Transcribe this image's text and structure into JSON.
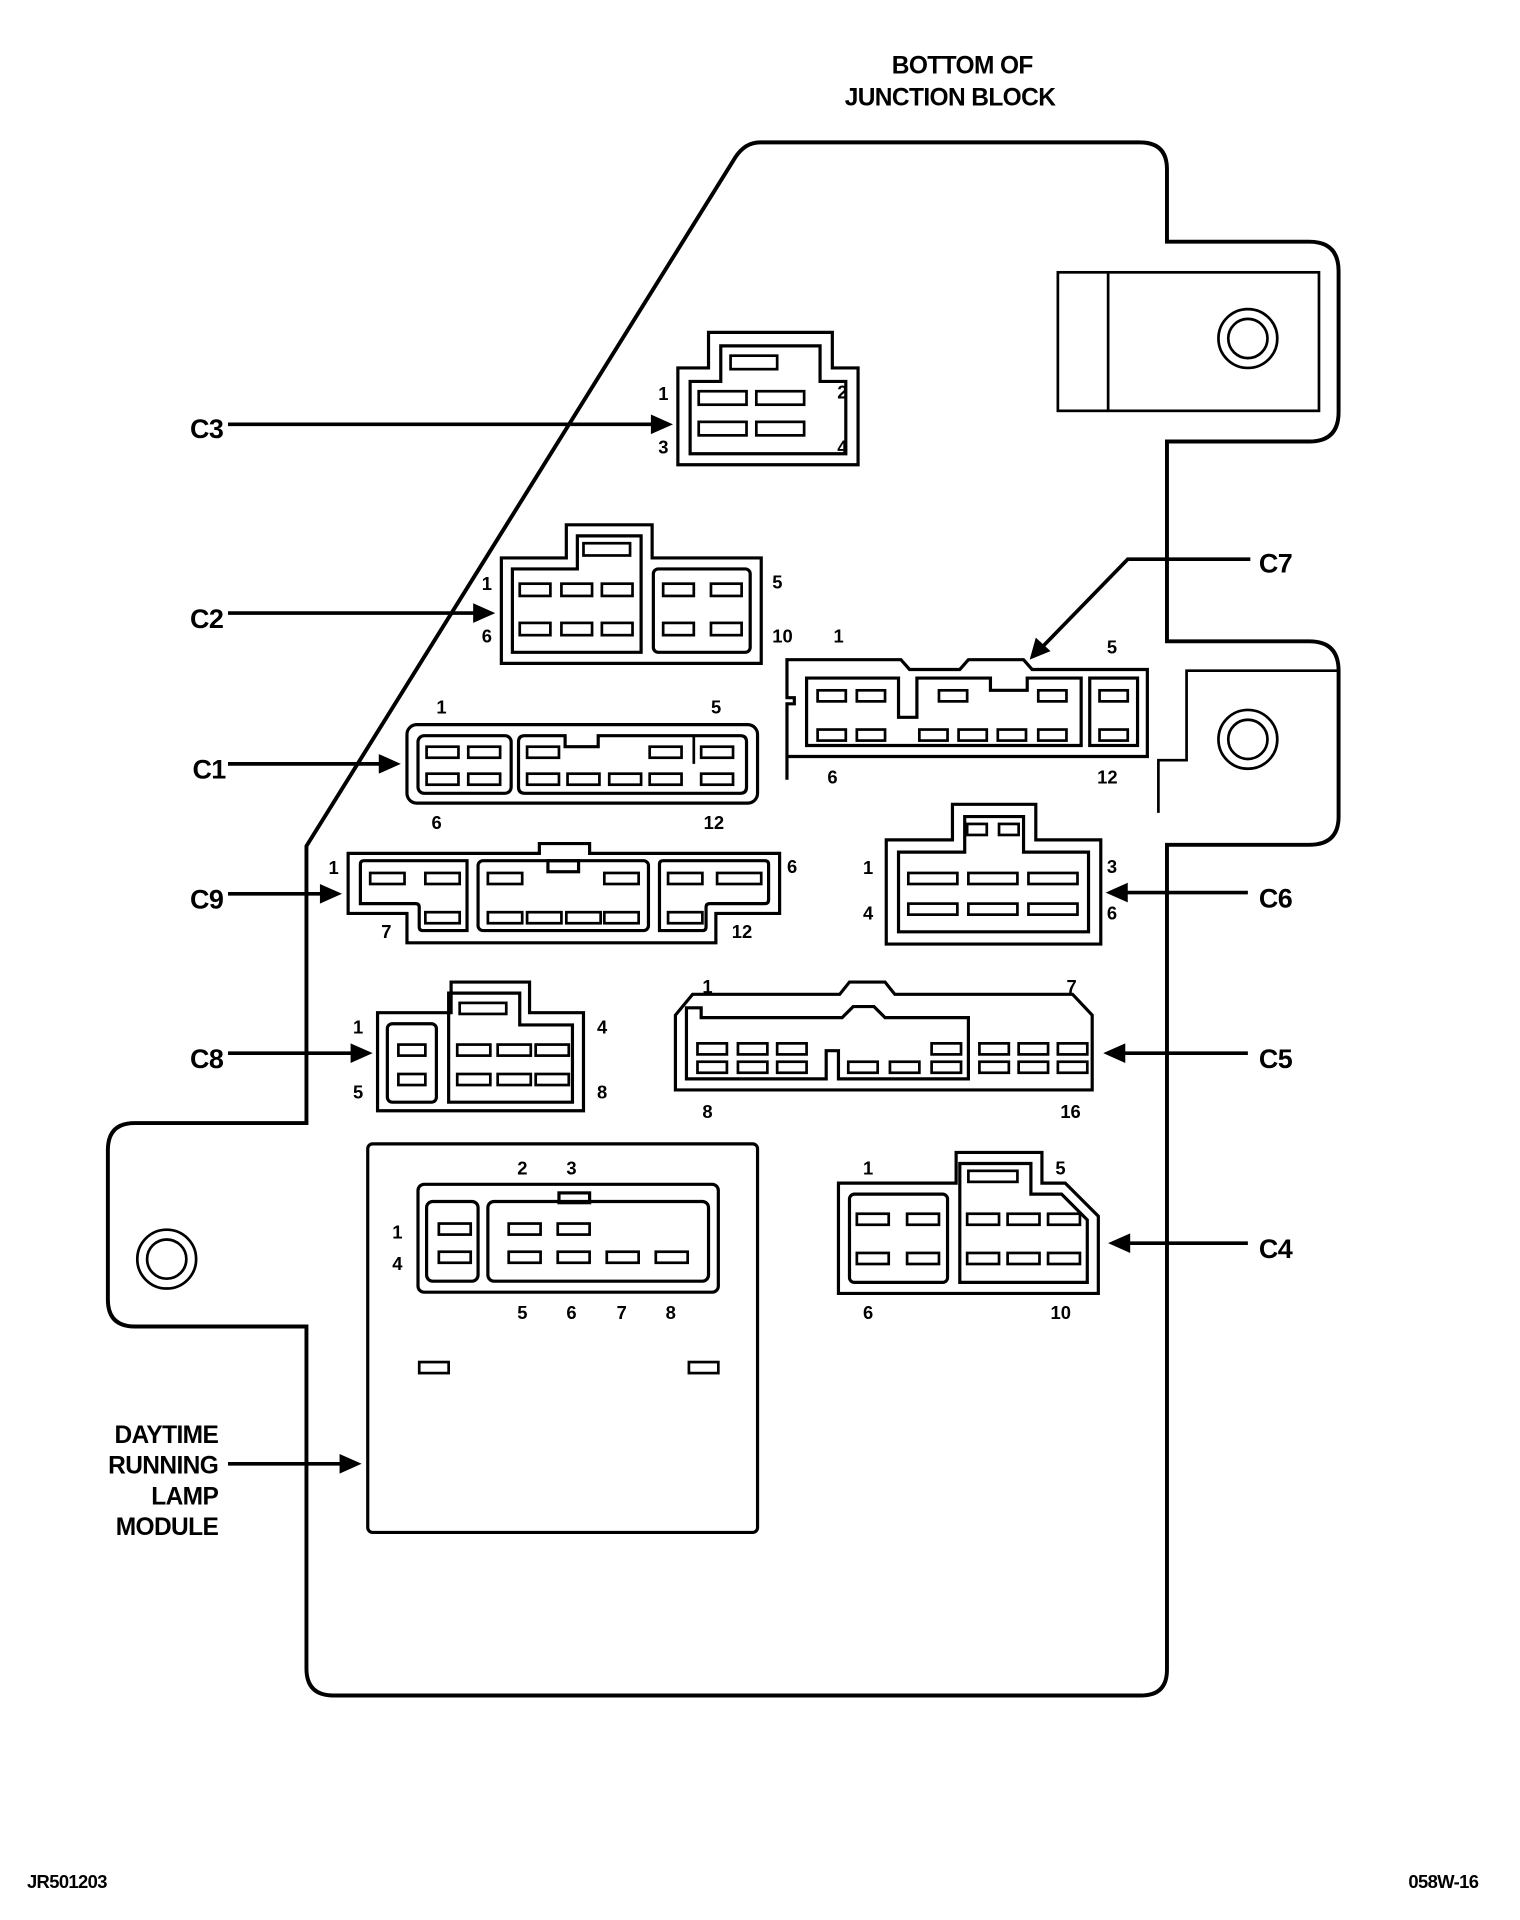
{
  "title": {
    "line1": "BOTTOM OF",
    "line2": "JUNCTION BLOCK"
  },
  "footer": {
    "left_code": "JR501203",
    "right_code": "058W-16"
  },
  "module": {
    "label_lines": [
      "DAYTIME",
      "RUNNING",
      "LAMP",
      "MODULE"
    ],
    "pins": {
      "p1": "1",
      "p2": "2",
      "p3": "3",
      "p4": "4",
      "p5": "5",
      "p6": "6",
      "p7": "7",
      "p8": "8"
    }
  },
  "connectors": {
    "C1": {
      "name": "C1",
      "pin_tl": "1",
      "pin_tr": "5",
      "pin_bl": "6",
      "pin_br": "12",
      "pin_count": 12
    },
    "C2": {
      "name": "C2",
      "pin_tl": "1",
      "pin_tr": "5",
      "pin_bl": "6",
      "pin_br": "10",
      "pin_count": 10
    },
    "C3": {
      "name": "C3",
      "pin_tl": "1",
      "pin_tr": "2",
      "pin_bl": "3",
      "pin_br": "4",
      "pin_count": 4
    },
    "C4": {
      "name": "C4",
      "pin_tl": "1",
      "pin_tr": "5",
      "pin_bl": "6",
      "pin_br": "10",
      "pin_count": 10
    },
    "C5": {
      "name": "C5",
      "pin_tl": "1",
      "pin_tr": "7",
      "pin_bl": "8",
      "pin_br": "16",
      "pin_count": 16
    },
    "C6": {
      "name": "C6",
      "pin_tl": "1",
      "pin_tr": "3",
      "pin_bl": "4",
      "pin_br": "6",
      "pin_count": 6
    },
    "C7": {
      "name": "C7",
      "pin_tl": "1",
      "pin_tr": "5",
      "pin_bl": "6",
      "pin_br": "12",
      "pin_count": 12
    },
    "C8": {
      "name": "C8",
      "pin_tl": "1",
      "pin_tr": "4",
      "pin_bl": "5",
      "pin_br": "8",
      "pin_count": 8
    },
    "C9": {
      "name": "C9",
      "pin_tl": "1",
      "pin_tr": "6",
      "pin_bl": "7",
      "pin_br": "12",
      "pin_count": 12
    }
  }
}
